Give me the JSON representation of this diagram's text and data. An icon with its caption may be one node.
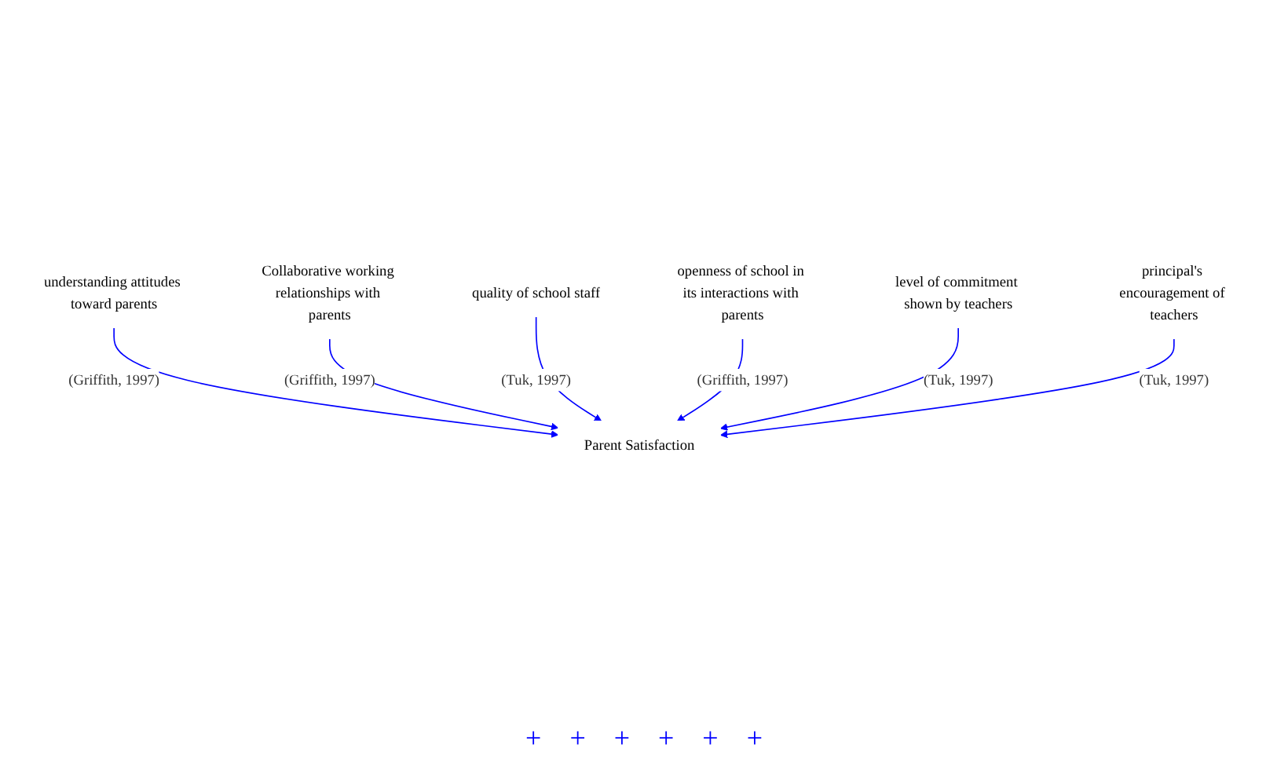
{
  "diagram": {
    "nodes": [
      {
        "text": [
          "understanding attitudes toward parents"
        ]
      },
      {
        "text": [
          "Collaborative working relationships with parents"
        ]
      },
      {
        "text": [
          "quality of school staff"
        ]
      },
      {
        "text": [
          "Parent Satisfaction"
        ]
      },
      {
        "text": [
          "openness of school in its interactions with parents"
        ]
      },
      {
        "text": [
          "level of commitment shown by teachers"
        ]
      },
      {
        "text": [
          "principal's encouragement of teachers"
        ]
      }
    ],
    "edges": [
      {
        "from": 0,
        "to": 3,
        "arrow": "to",
        "label": "(Griffith, 1997)"
      },
      {
        "from": 1,
        "to": 3,
        "arrow": "to",
        "label": "(Griffith, 1997)"
      },
      {
        "from": 2,
        "to": 3,
        "arrow": "to",
        "label": "(Tuk, 1997)"
      },
      {
        "from": 4,
        "to": 3,
        "arrow": "to",
        "label": "(Griffith, 1997)"
      },
      {
        "from": 5,
        "to": 3,
        "arrow": "to",
        "label": "(Tuk, 1997)"
      },
      {
        "from": 6,
        "to": 3,
        "arrow": "to",
        "label": "(Tuk, 1997)"
      }
    ],
    "labels": [
      "+",
      "+",
      "+",
      "+",
      "+",
      "+"
    ]
  }
}
